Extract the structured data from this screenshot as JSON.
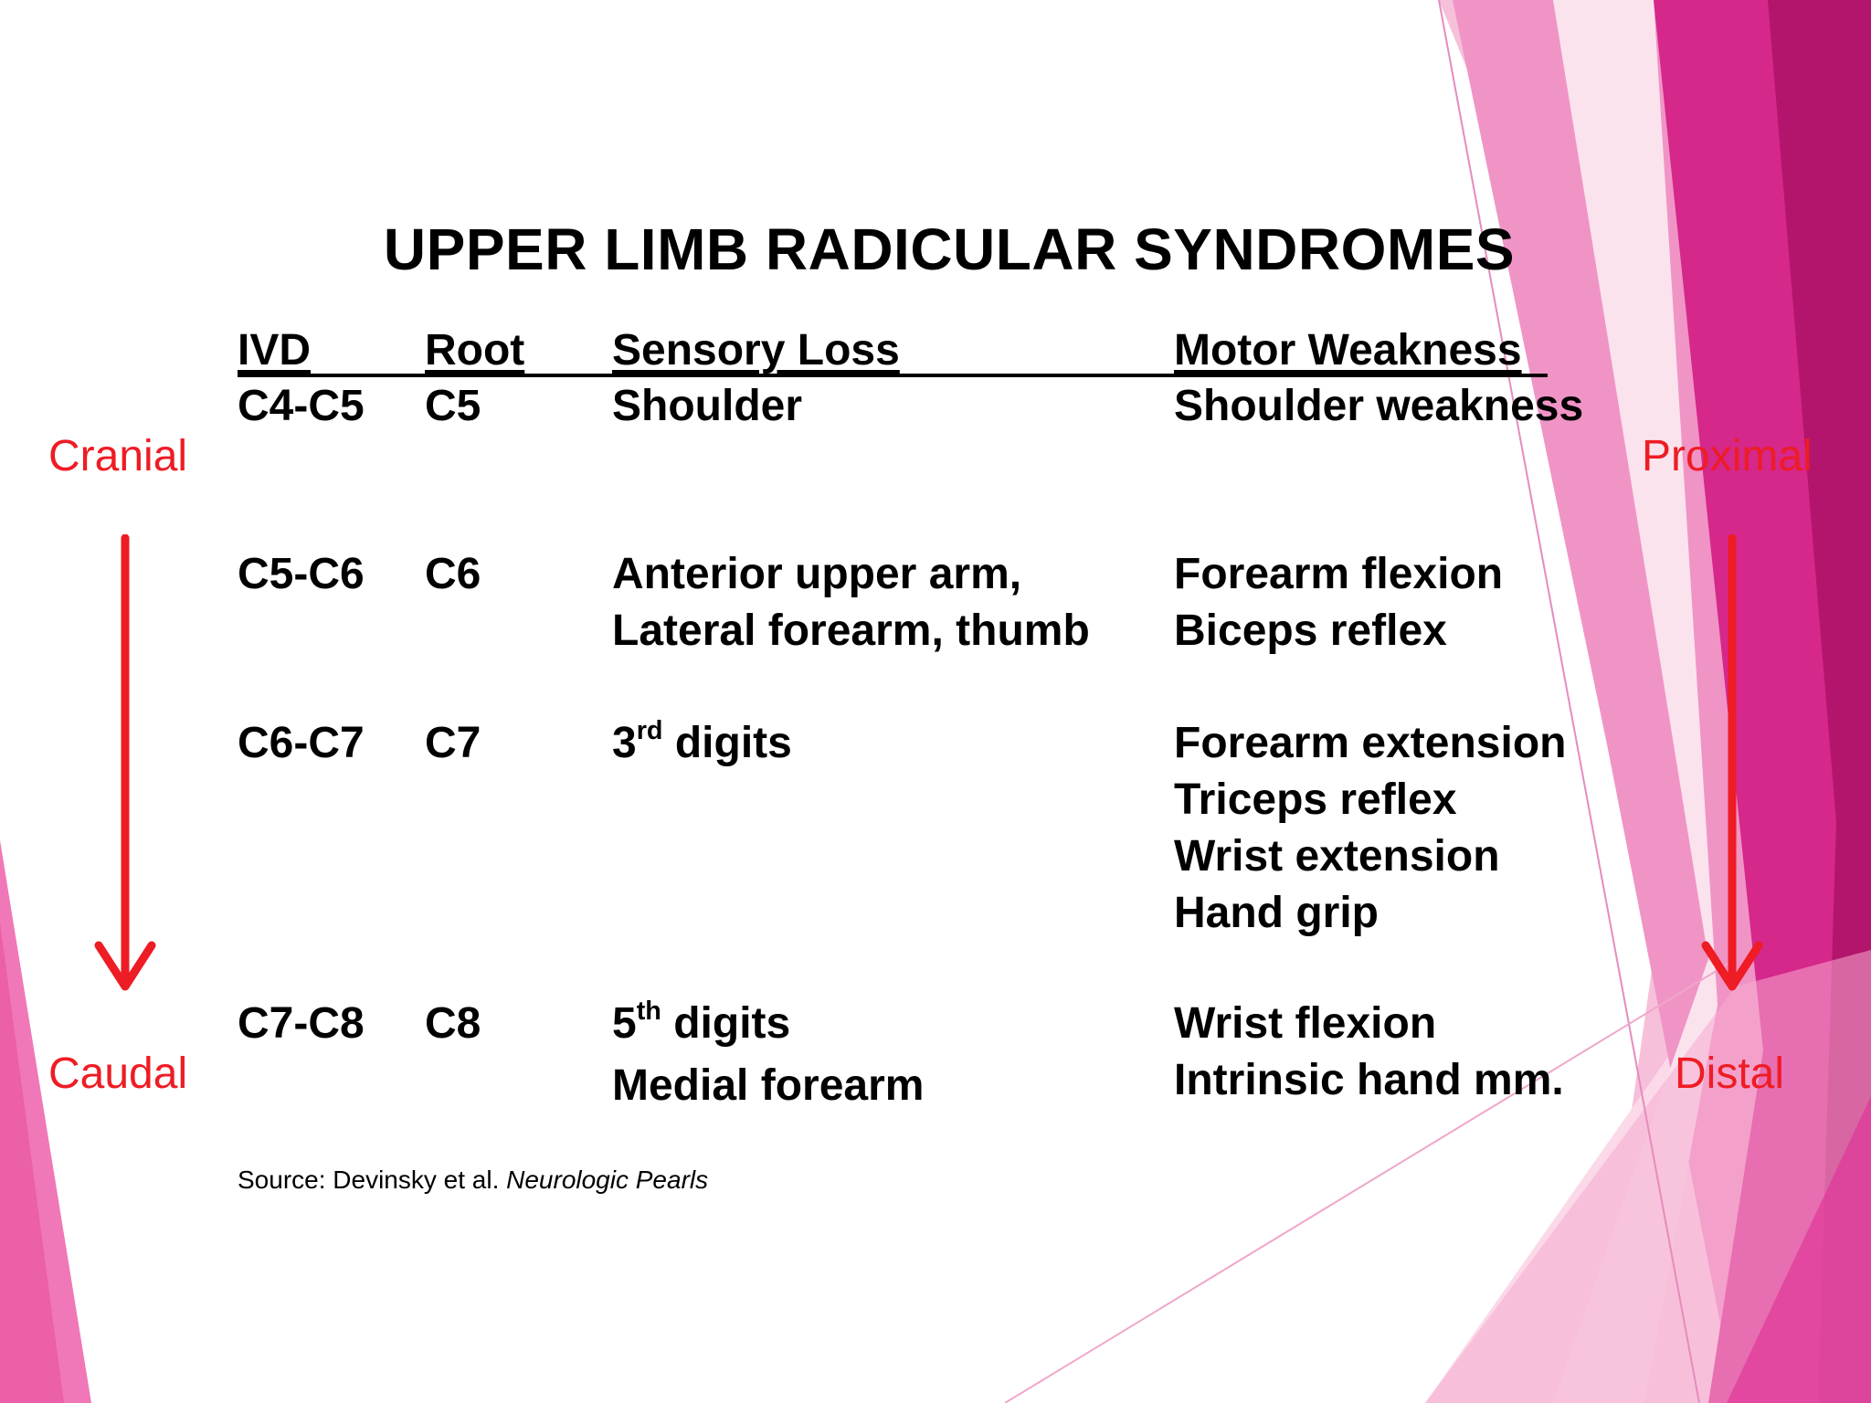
{
  "title": "UPPER LIMB RADICULAR SYNDROMES",
  "headers": {
    "ivd": "IVD",
    "root": "Root",
    "sensory": "Sensory Loss",
    "motor": "Motor Weakness"
  },
  "rows": [
    {
      "ivd": "C4-C5",
      "root": "C5",
      "sensory": [
        {
          "text": "Shoulder"
        }
      ],
      "motor": [
        "Shoulder weakness"
      ]
    },
    {
      "ivd": "C5-C6",
      "root": "C6",
      "sensory": [
        {
          "text": "Anterior upper arm,"
        },
        {
          "text": "Lateral forearm, thumb"
        }
      ],
      "motor": [
        "Forearm flexion",
        "Biceps reflex"
      ]
    },
    {
      "ivd": "C6-C7",
      "root": "C7",
      "sensory": [
        {
          "pre": "3",
          "sup": "rd",
          "text": " digits"
        }
      ],
      "motor": [
        "Forearm extension",
        "Triceps reflex",
        "Wrist extension",
        "Hand grip"
      ]
    },
    {
      "ivd": "C7-C8",
      "root": "C8",
      "sensory": [
        {
          "pre": "5",
          "sup": "th",
          "text": " digits"
        },
        {
          "text": "Medial forearm"
        }
      ],
      "motor": [
        "Wrist flexion",
        "Intrinsic hand mm."
      ]
    }
  ],
  "directions": {
    "left_top": "Cranial",
    "left_bottom": "Caudal",
    "right_top": "Proximal",
    "right_bottom": "Distal"
  },
  "source": {
    "prefix": "Source: Devinsky et al. ",
    "work": "Neurologic Pearls"
  },
  "colors": {
    "accent_red": "#ee1c24",
    "pink_light": "#f7b8d6",
    "pink_mid": "#f090c4",
    "magenta": "#d6278a",
    "magenta_dark": "#b3156d"
  },
  "icons": [
    "down-arrow-icon"
  ]
}
